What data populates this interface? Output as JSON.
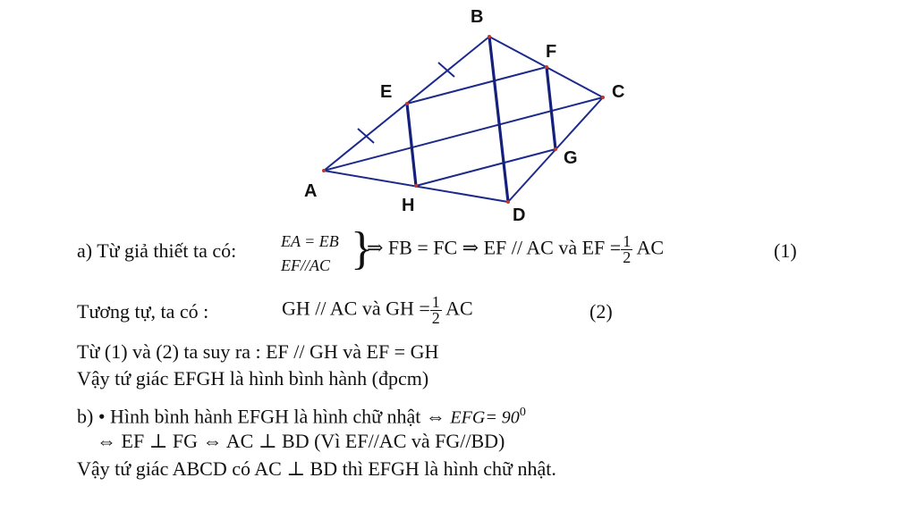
{
  "figure": {
    "labels": {
      "A": "A",
      "B": "B",
      "C": "C",
      "D": "D",
      "E": "E",
      "F": "F",
      "G": "G",
      "H": "H"
    }
  },
  "part_a": {
    "intro": "a) Từ giả thiết ta có:",
    "cond1": "EA = EB",
    "cond2": "EF//AC",
    "brace": "}",
    "result_pre": "⇒ FB = FC ⇒ EF // AC và EF =",
    "frac_num": "1",
    "frac_den": "2",
    "result_post": "AC",
    "eq_num": "(1)"
  },
  "line2": {
    "lead": "Tương tự, ta có :",
    "pre": "GH // AC và GH =",
    "frac_num": "1",
    "frac_den": "2",
    "post": "AC",
    "eq_num": "(2)"
  },
  "line3": "Từ (1) và (2) ta suy ra : EF // GH và EF = GH",
  "line4": "Vậy tứ giác EFGH là hình bình hành (đpcm)",
  "part_b": {
    "text": "b) • Hình bình hành EFGH là hình chữ nhật ⇔",
    "angle": "EFG",
    "eq": "= 90",
    "sup": "0"
  },
  "line6": "⇔ EF ⊥ FG ⇔ AC ⊥ BD (Vì EF//AC và FG//BD)",
  "line7": "Vậy tứ giác ABCD có AC ⊥ BD thì EFGH là hình chữ nhật.",
  "colors": {
    "line": "#1c2a8c",
    "bold_line": "#14207a",
    "point": "#c0392b"
  }
}
